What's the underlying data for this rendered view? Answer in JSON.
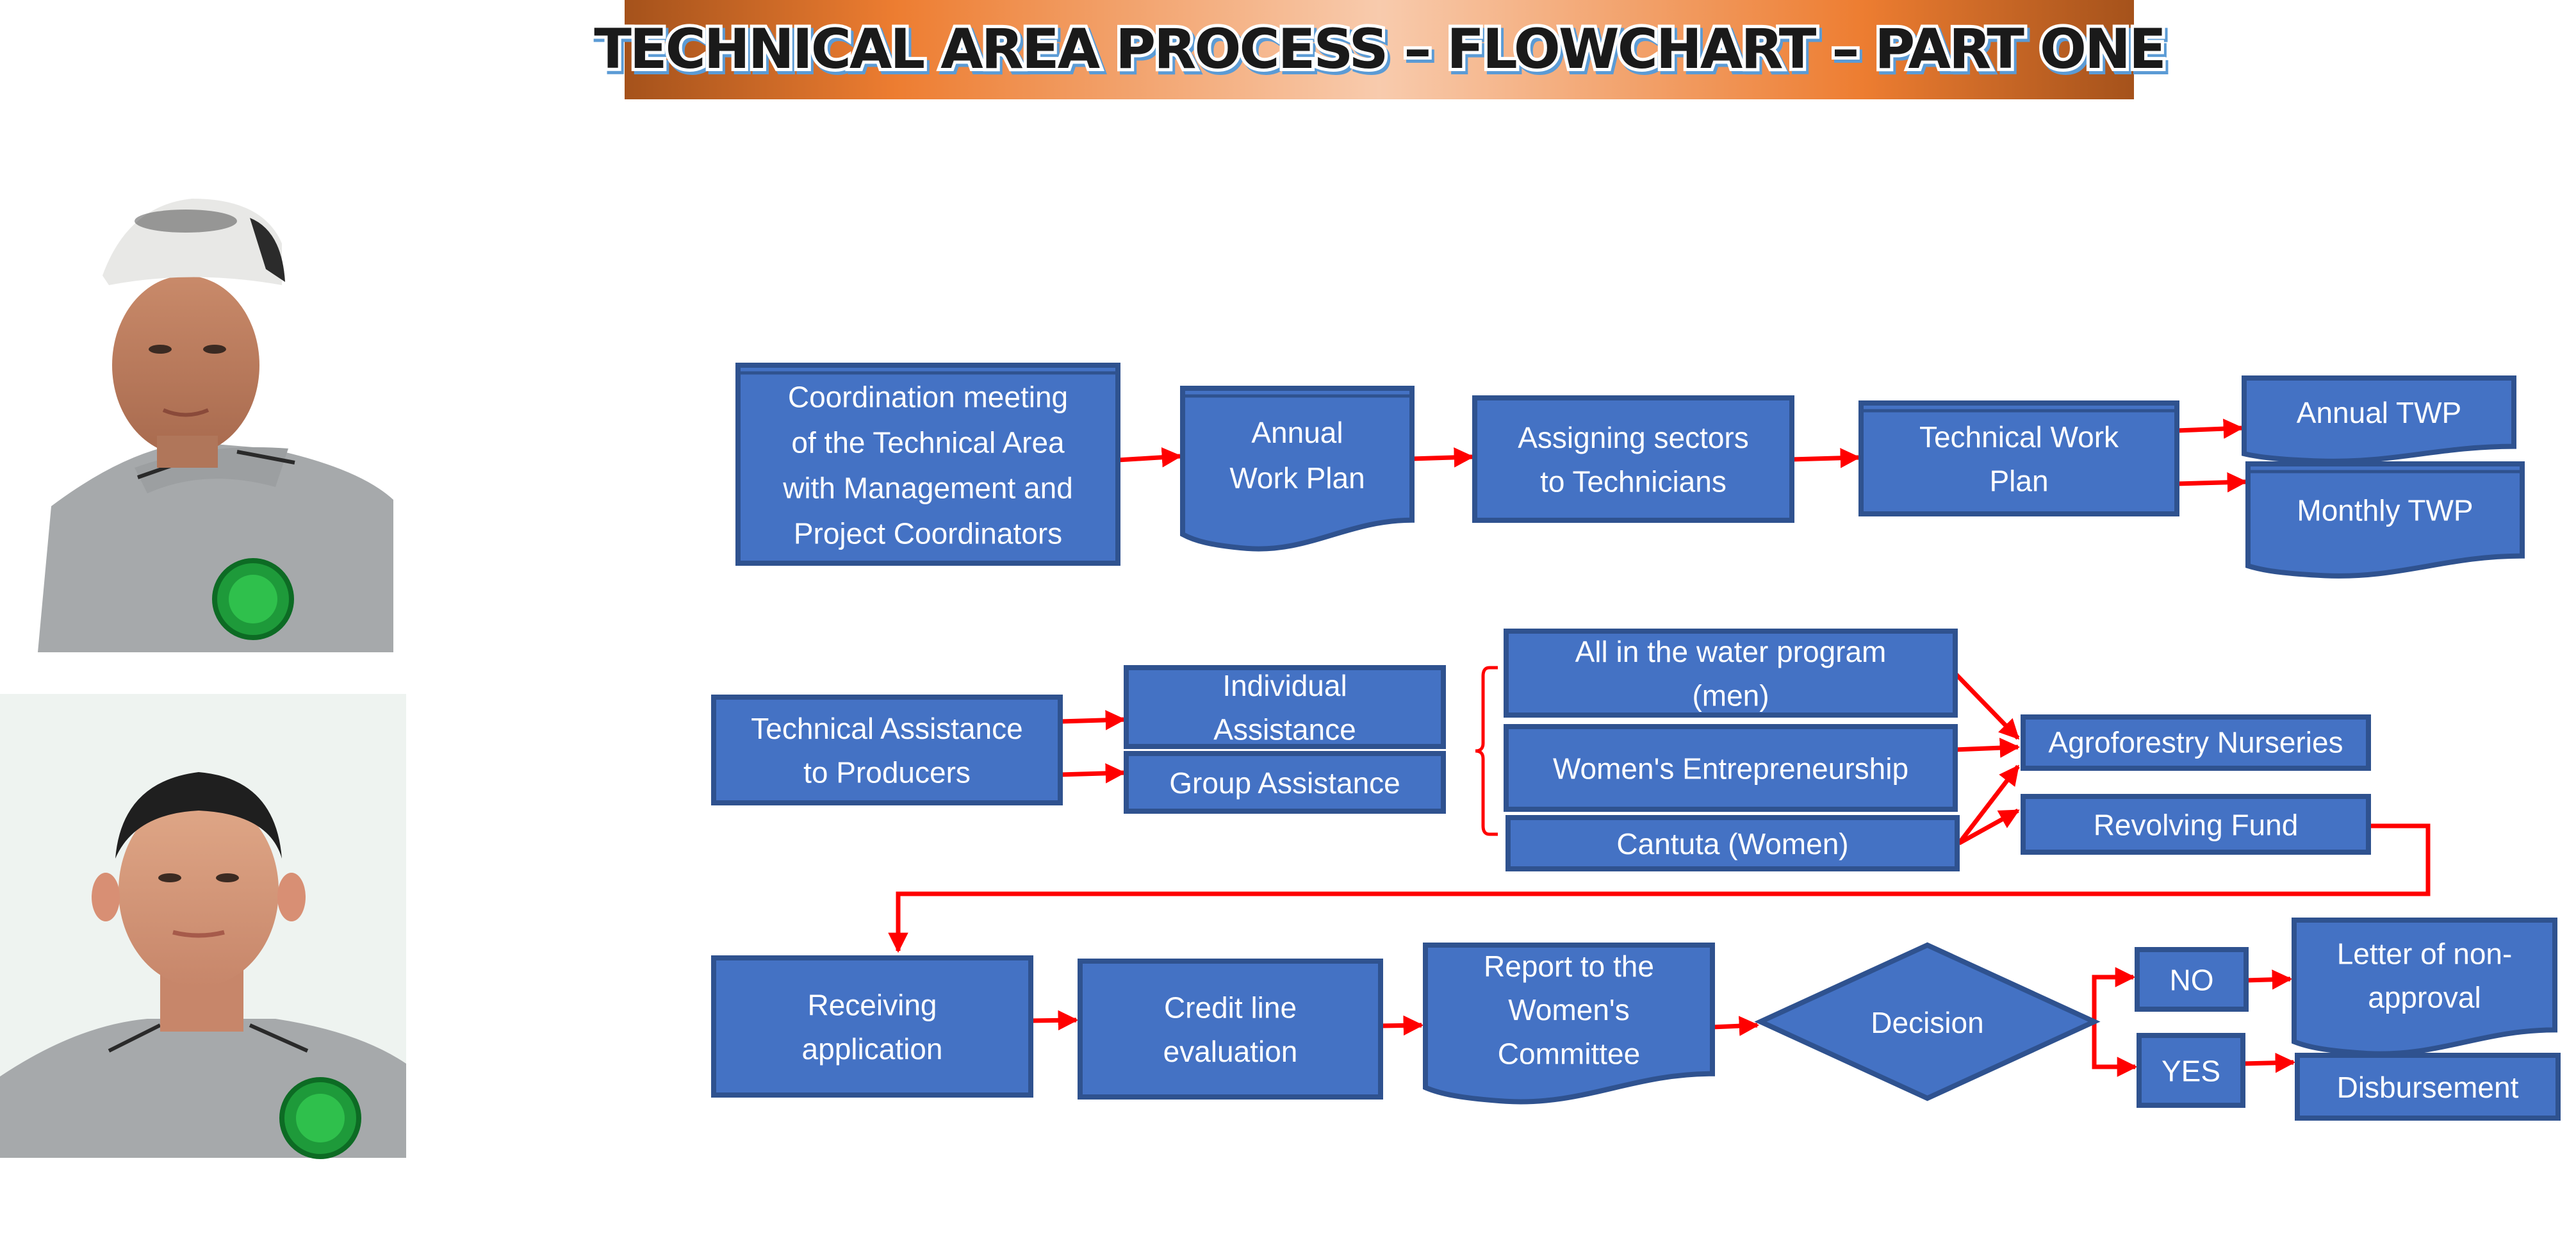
{
  "title": "TECHNICAL AREA PROCESS – FLOWCHART – PART ONE",
  "colors": {
    "node_fill": "#4472C4",
    "node_border": "#2F528F",
    "arrow": "#FF0000",
    "banner_dark": "#A5521B",
    "banner_mid": "#ED7D31",
    "banner_light": "#F8CBAD",
    "title_text": "#1a1a1a",
    "title_outline": "#ffffff",
    "title_shadow": "#5B9BD5"
  },
  "photos": [
    {
      "name": "technician-photo-1",
      "description": "man wearing white cap and grey polo shirt with green logo"
    },
    {
      "name": "technician-photo-2",
      "description": "man with short dark hair wearing grey polo shirt with green logo"
    }
  ],
  "nodes": {
    "coordination": {
      "lines": [
        "Coordination meeting",
        "of the Technical Area",
        "with Management and",
        "Project Coordinators"
      ],
      "shape": "process"
    },
    "annual_work_plan": {
      "lines": [
        "Annual",
        "Work Plan"
      ],
      "shape": "document"
    },
    "assigning": {
      "lines": [
        "Assigning sectors",
        "to Technicians"
      ],
      "shape": "process"
    },
    "technical_work_plan": {
      "lines": [
        "Technical Work",
        "Plan"
      ],
      "shape": "process"
    },
    "annual_twp": {
      "lines": [
        "Annual TWP"
      ],
      "shape": "document"
    },
    "monthly_twp": {
      "lines": [
        "Monthly TWP"
      ],
      "shape": "document"
    },
    "ta_producers": {
      "lines": [
        "Technical Assistance",
        "to Producers"
      ],
      "shape": "process"
    },
    "individual": {
      "lines": [
        "Individual",
        "Assistance"
      ],
      "shape": "process"
    },
    "group": {
      "lines": [
        "Group Assistance"
      ],
      "shape": "process"
    },
    "water_program": {
      "lines": [
        "All in the water program",
        "(men)"
      ],
      "shape": "process"
    },
    "womens_entrepreneurship": {
      "lines": [
        "Women's Entrepreneurship"
      ],
      "shape": "process"
    },
    "cantuta": {
      "lines": [
        "Cantuta (Women)"
      ],
      "shape": "process"
    },
    "agroforestry": {
      "lines": [
        "Agroforestry Nurseries"
      ],
      "shape": "process"
    },
    "revolving_fund": {
      "lines": [
        "Revolving Fund"
      ],
      "shape": "process"
    },
    "receiving": {
      "lines": [
        "Receiving",
        "application"
      ],
      "shape": "process"
    },
    "credit_eval": {
      "lines": [
        "Credit line",
        "evaluation"
      ],
      "shape": "process"
    },
    "report": {
      "lines": [
        "Report to the",
        "Women's",
        "Committee"
      ],
      "shape": "document"
    },
    "decision": {
      "lines": [
        "Decision"
      ],
      "shape": "decision"
    },
    "no": {
      "lines": [
        "NO"
      ],
      "shape": "process"
    },
    "yes": {
      "lines": [
        "YES"
      ],
      "shape": "process"
    },
    "letter": {
      "lines": [
        "Letter of non-",
        "approval"
      ],
      "shape": "document"
    },
    "disbursement": {
      "lines": [
        "Disbursement"
      ],
      "shape": "process"
    }
  },
  "edges": [
    [
      "coordination",
      "annual_work_plan"
    ],
    [
      "annual_work_plan",
      "assigning"
    ],
    [
      "assigning",
      "technical_work_plan"
    ],
    [
      "technical_work_plan",
      "annual_twp"
    ],
    [
      "technical_work_plan",
      "monthly_twp"
    ],
    [
      "ta_producers",
      "individual"
    ],
    [
      "ta_producers",
      "group"
    ],
    [
      "water_program",
      "agroforestry"
    ],
    [
      "womens_entrepreneurship",
      "agroforestry"
    ],
    [
      "cantuta",
      "agroforestry"
    ],
    [
      "cantuta",
      "revolving_fund"
    ],
    [
      "revolving_fund",
      "receiving"
    ],
    [
      "receiving",
      "credit_eval"
    ],
    [
      "credit_eval",
      "report"
    ],
    [
      "report",
      "decision"
    ],
    [
      "decision",
      "no"
    ],
    [
      "decision",
      "yes"
    ],
    [
      "no",
      "letter"
    ],
    [
      "yes",
      "disbursement"
    ]
  ]
}
